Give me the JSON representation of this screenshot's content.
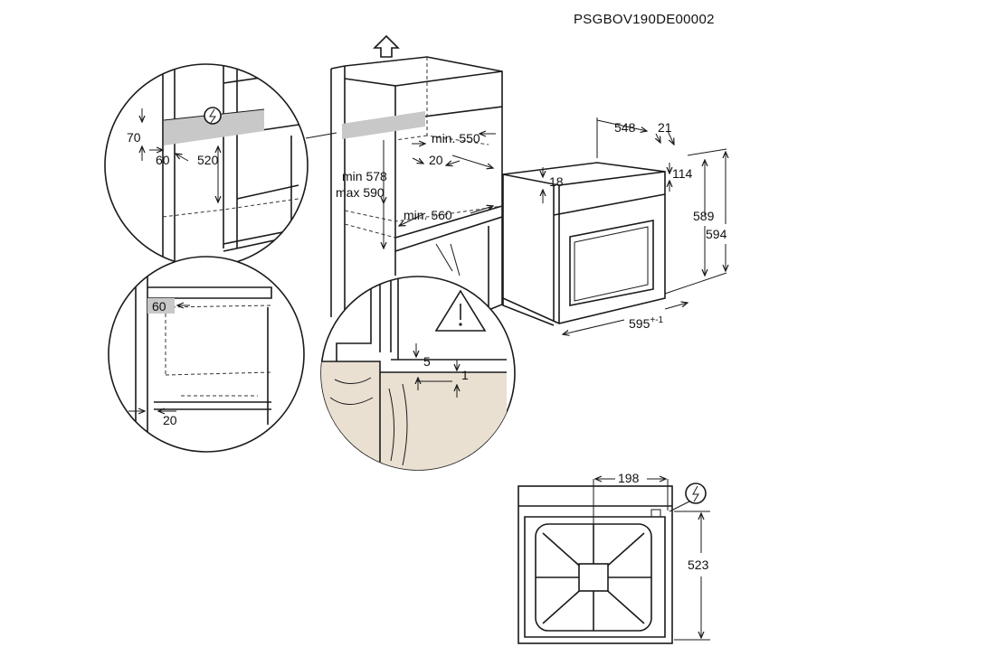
{
  "doc_code": "PSGBOV190DE00002",
  "cabinet": {
    "min_height": "min 578",
    "max_height": "max 590",
    "min_width": "min. 550",
    "min_depth": "min. 560",
    "gap_20": "20"
  },
  "top_detail": {
    "d70": "70",
    "d60": "60",
    "d520": "520"
  },
  "left_detail": {
    "d60": "60",
    "d20": "20"
  },
  "bottom_detail": {
    "d5": "5",
    "d1": "1"
  },
  "oven": {
    "depth": "548",
    "door": "21",
    "top": "18",
    "panel": "114",
    "h589": "589",
    "h594": "594",
    "width": "595",
    "width_tol": "+-1"
  },
  "bottom_view": {
    "d198": "198",
    "d523": "523"
  },
  "icons": [
    "electric-icon",
    "warning-icon",
    "up-arrow-icon"
  ]
}
